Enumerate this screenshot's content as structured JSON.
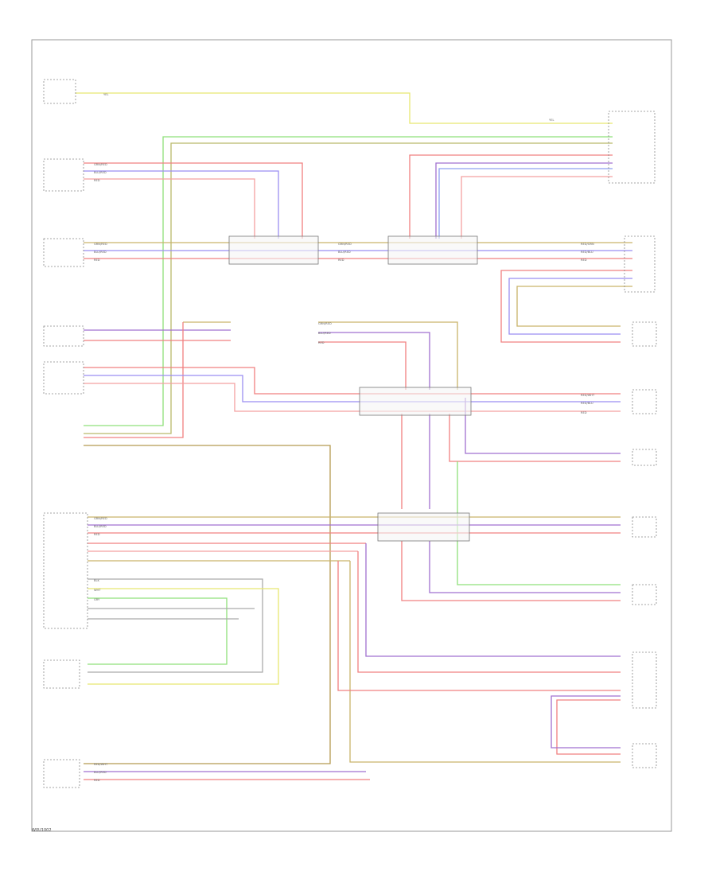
{
  "footer_code": "W0U1002",
  "wire_labels": {
    "yel": "YEL",
    "grn_red": "GRN/RED",
    "red": "RED",
    "blu_red": "BLU/RED",
    "red_grn": "RED/GRN",
    "red_blu": "RED/BLU",
    "red_wht": "RED/WHT",
    "blk": "BLK",
    "wht": "WHT",
    "gry": "GRY"
  }
}
